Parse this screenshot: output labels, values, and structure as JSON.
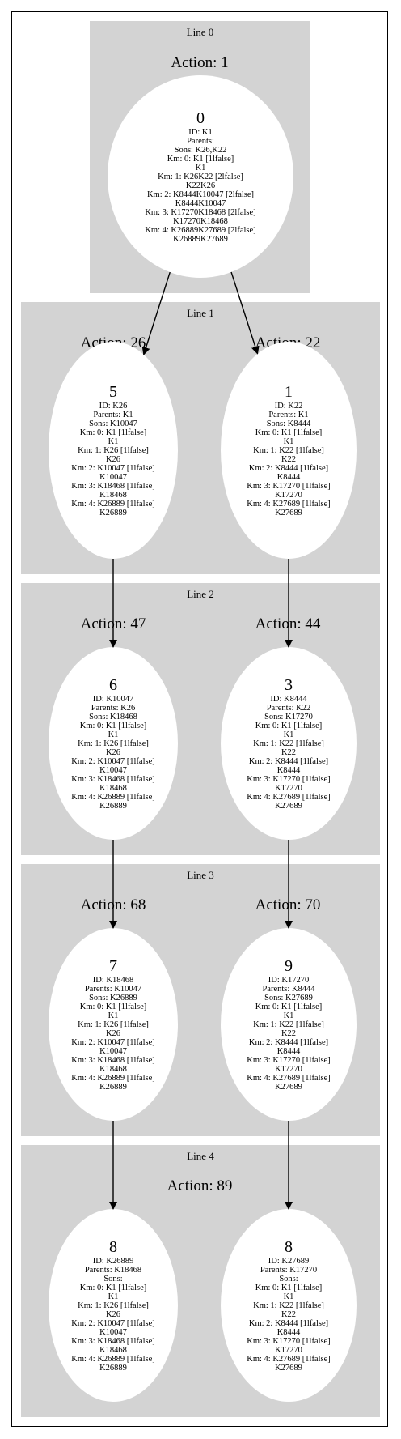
{
  "clusters": [
    {
      "label": "Line 0"
    },
    {
      "label": "Line 1"
    },
    {
      "label": "Line 2"
    },
    {
      "label": "Line 3"
    },
    {
      "label": "Line 4"
    }
  ],
  "actions": [
    {
      "text": "Action: 1"
    },
    {
      "text": "Action: 26"
    },
    {
      "text": "Action: 22"
    },
    {
      "text": "Action: 47"
    },
    {
      "text": "Action: 44"
    },
    {
      "text": "Action: 68"
    },
    {
      "text": "Action: 70"
    },
    {
      "text": "Action: 89"
    }
  ],
  "nodes": [
    {
      "num": "0",
      "lines": [
        "ID: K1",
        "Parents:",
        "Sons: K26,K22",
        "Km: 0: K1 [1lfalse]",
        "K1",
        "Km: 1: K26K22 [2lfalse]",
        "K22K26",
        "Km: 2: K8444K10047 [2lfalse]",
        "K8444K10047",
        "Km: 3: K17270K18468 [2lfalse]",
        "K17270K18468",
        "Km: 4: K26889K27689 [2lfalse]",
        "K26889K27689"
      ]
    },
    {
      "num": "5",
      "lines": [
        "ID: K26",
        "Parents: K1",
        "Sons: K10047",
        "Km: 0: K1 [1lfalse]",
        "K1",
        "Km: 1: K26 [1lfalse]",
        "K26",
        "Km: 2: K10047 [1lfalse]",
        "K10047",
        "Km: 3: K18468 [1lfalse]",
        "K18468",
        "Km: 4: K26889 [1lfalse]",
        "K26889"
      ]
    },
    {
      "num": "1",
      "lines": [
        "ID: K22",
        "Parents: K1",
        "Sons: K8444",
        "Km: 0: K1 [1lfalse]",
        "K1",
        "Km: 1: K22 [1lfalse]",
        "K22",
        "Km: 2: K8444 [1lfalse]",
        "K8444",
        "Km: 3: K17270 [1lfalse]",
        "K17270",
        "Km: 4: K27689 [1lfalse]",
        "K27689"
      ]
    },
    {
      "num": "6",
      "lines": [
        "ID: K10047",
        "Parents: K26",
        "Sons: K18468",
        "Km: 0: K1 [1lfalse]",
        "K1",
        "Km: 1: K26 [1lfalse]",
        "K26",
        "Km: 2: K10047 [1lfalse]",
        "K10047",
        "Km: 3: K18468 [1lfalse]",
        "K18468",
        "Km: 4: K26889 [1lfalse]",
        "K26889"
      ]
    },
    {
      "num": "3",
      "lines": [
        "ID: K8444",
        "Parents: K22",
        "Sons: K17270",
        "Km: 0: K1 [1lfalse]",
        "K1",
        "Km: 1: K22 [1lfalse]",
        "K22",
        "Km: 2: K8444 [1lfalse]",
        "K8444",
        "Km: 3: K17270 [1lfalse]",
        "K17270",
        "Km: 4: K27689 [1lfalse]",
        "K27689"
      ]
    },
    {
      "num": "7",
      "lines": [
        "ID: K18468",
        "Parents: K10047",
        "Sons: K26889",
        "Km: 0: K1 [1lfalse]",
        "K1",
        "Km: 1: K26 [1lfalse]",
        "K26",
        "Km: 2: K10047 [1lfalse]",
        "K10047",
        "Km: 3: K18468 [1lfalse]",
        "K18468",
        "Km: 4: K26889 [1lfalse]",
        "K26889"
      ]
    },
    {
      "num": "9",
      "lines": [
        "ID: K17270",
        "Parents: K8444",
        "Sons: K27689",
        "Km: 0: K1 [1lfalse]",
        "K1",
        "Km: 1: K22 [1lfalse]",
        "K22",
        "Km: 2: K8444 [1lfalse]",
        "K8444",
        "Km: 3: K17270 [1lfalse]",
        "K17270",
        "Km: 4: K27689 [1lfalse]",
        "K27689"
      ]
    },
    {
      "num": "8",
      "lines": [
        "ID: K26889",
        "Parents: K18468",
        "Sons:",
        "Km: 0: K1 [1lfalse]",
        "K1",
        "Km: 1: K26 [1lfalse]",
        "K26",
        "Km: 2: K10047 [1lfalse]",
        "K10047",
        "Km: 3: K18468 [1lfalse]",
        "K18468",
        "Km: 4: K26889 [1lfalse]",
        "K26889"
      ]
    },
    {
      "num": "8",
      "lines": [
        "ID: K27689",
        "Parents: K17270",
        "Sons:",
        "Km: 0: K1 [1lfalse]",
        "K1",
        "Km: 1: K22 [1lfalse]",
        "K22",
        "Km: 2: K8444 [1lfalse]",
        "K8444",
        "Km: 3: K17270 [1lfalse]",
        "K17270",
        "Km: 4: K27689 [1lfalse]",
        "K27689"
      ]
    }
  ],
  "edges": [
    {
      "from": 0,
      "to": 1
    },
    {
      "from": 0,
      "to": 2
    },
    {
      "from": 1,
      "to": 3
    },
    {
      "from": 2,
      "to": 4
    },
    {
      "from": 3,
      "to": 5
    },
    {
      "from": 4,
      "to": 6
    },
    {
      "from": 5,
      "to": 7
    },
    {
      "from": 6,
      "to": 8
    }
  ],
  "colors": {
    "cluster_fill": "#d3d3d3",
    "node_fill": "#ffffff",
    "edge": "#000000"
  }
}
